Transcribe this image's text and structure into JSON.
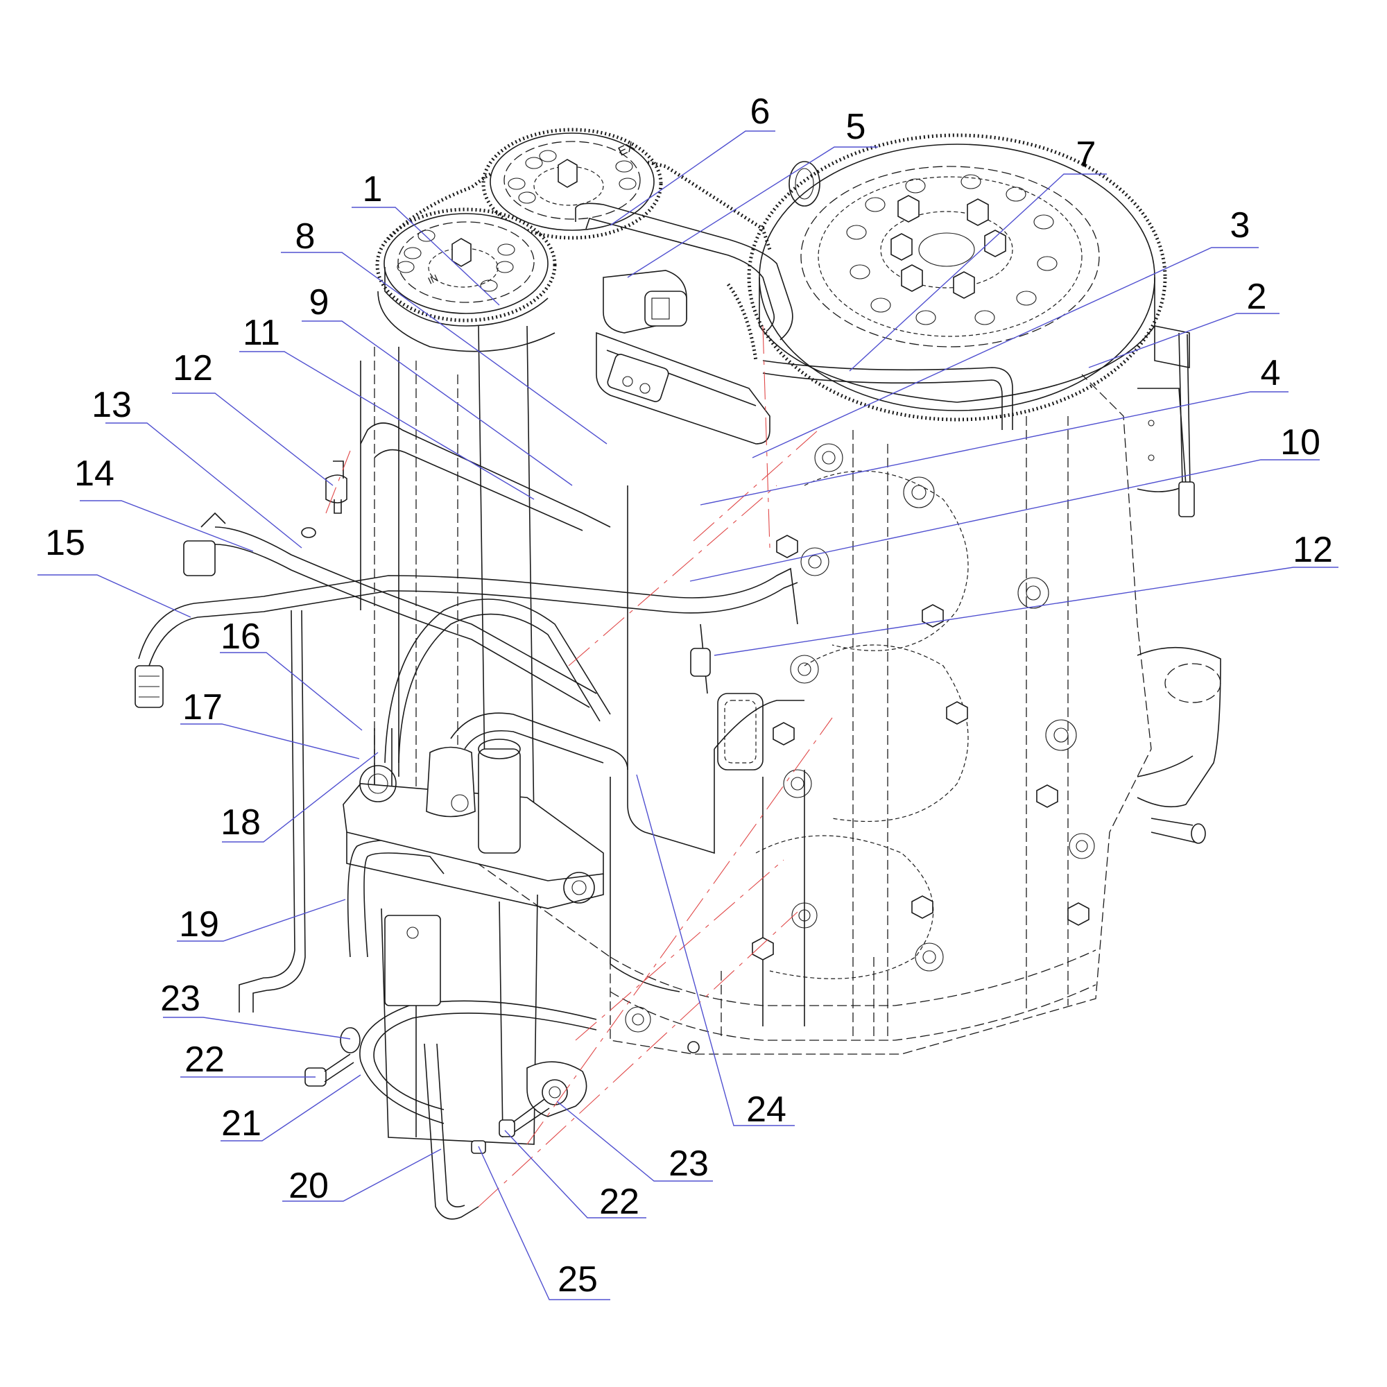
{
  "diagram": {
    "type": "exploded-parts-drawing",
    "subject": "engine assembly (isometric line drawing)",
    "engraved_marks": [
      "EX",
      "IN"
    ],
    "colors": {
      "outline": "#1a1a1a",
      "leader_lines": "#5050d0",
      "assembly_axes": "#e04848",
      "background": "#ffffff",
      "callout_text": "#000000"
    }
  },
  "callouts": [
    {
      "id": "c1",
      "label": "1",
      "text": [
        537,
        290
      ],
      "underline": [
        507,
        570,
        299
      ],
      "target": [
        720,
        440
      ]
    },
    {
      "id": "c2",
      "label": "2",
      "text": [
        1812,
        445
      ],
      "underline": [
        1783,
        1845,
        452
      ],
      "target": [
        1570,
        530
      ]
    },
    {
      "id": "c3",
      "label": "3",
      "text": [
        1788,
        342
      ],
      "underline": [
        1747,
        1815,
        357
      ],
      "target": [
        1085,
        660
      ]
    },
    {
      "id": "c4",
      "label": "4",
      "text": [
        1832,
        555
      ],
      "underline": [
        1803,
        1858,
        565
      ],
      "target": [
        1010,
        728
      ]
    },
    {
      "id": "c5",
      "label": "5",
      "text": [
        1234,
        200
      ],
      "underline": [
        1203,
        1266,
        212
      ],
      "target": [
        905,
        400
      ]
    },
    {
      "id": "c6",
      "label": "6",
      "text": [
        1096,
        178
      ],
      "underline": [
        1075,
        1118,
        189
      ],
      "target": [
        880,
        325
      ]
    },
    {
      "id": "c7",
      "label": "7",
      "text": [
        1566,
        240
      ],
      "underline": [
        1534,
        1596,
        251
      ],
      "target": [
        1225,
        535
      ]
    },
    {
      "id": "c8",
      "label": "8",
      "text": [
        440,
        358
      ],
      "underline": [
        405,
        493,
        364
      ],
      "target": [
        875,
        640
      ]
    },
    {
      "id": "c9",
      "label": "9",
      "text": [
        460,
        453
      ],
      "underline": [
        435,
        493,
        463
      ],
      "target": [
        825,
        700
      ]
    },
    {
      "id": "c10",
      "label": "10",
      "text": [
        1875,
        655
      ],
      "underline": [
        1818,
        1903,
        663
      ],
      "target": [
        995,
        838
      ]
    },
    {
      "id": "c11",
      "label": "11",
      "text": [
        377,
        497
      ],
      "underline": [
        345,
        410,
        507
      ],
      "target": [
        770,
        720
      ]
    },
    {
      "id": "c12a",
      "label": "12",
      "text": [
        278,
        548
      ],
      "underline": [
        248,
        310,
        567
      ],
      "target": [
        480,
        700
      ]
    },
    {
      "id": "c12b",
      "label": "12",
      "text": [
        1893,
        810
      ],
      "underline": [
        1865,
        1930,
        818
      ],
      "target": [
        1030,
        945
      ]
    },
    {
      "id": "c13",
      "label": "13",
      "text": [
        161,
        601
      ],
      "underline": [
        152,
        212,
        610
      ],
      "target": [
        435,
        790
      ]
    },
    {
      "id": "c14",
      "label": "14",
      "text": [
        136,
        700
      ],
      "underline": [
        115,
        175,
        722
      ],
      "target": [
        365,
        795
      ]
    },
    {
      "id": "c15",
      "label": "15",
      "text": [
        94,
        800
      ],
      "underline": [
        54,
        140,
        829
      ],
      "target": [
        275,
        890
      ]
    },
    {
      "id": "c16",
      "label": "16",
      "text": [
        347,
        935
      ],
      "underline": [
        317,
        384,
        941
      ],
      "target": [
        522,
        1053
      ]
    },
    {
      "id": "c17",
      "label": "17",
      "text": [
        292,
        1037
      ],
      "underline": [
        260,
        320,
        1044
      ],
      "target": [
        518,
        1094
      ]
    },
    {
      "id": "c18",
      "label": "18",
      "text": [
        347,
        1203
      ],
      "underline": [
        320,
        380,
        1214
      ],
      "target": [
        545,
        1085
      ]
    },
    {
      "id": "c19",
      "label": "19",
      "text": [
        287,
        1350
      ],
      "underline": [
        255,
        322,
        1357
      ],
      "target": [
        498,
        1297
      ]
    },
    {
      "id": "c20",
      "label": "20",
      "text": [
        445,
        1727
      ],
      "underline": [
        407,
        495,
        1732
      ],
      "target": [
        636,
        1657
      ]
    },
    {
      "id": "c21",
      "label": "21",
      "text": [
        348,
        1637
      ],
      "underline": [
        318,
        378,
        1645
      ],
      "target": [
        520,
        1550
      ]
    },
    {
      "id": "c22a",
      "label": "22",
      "text": [
        295,
        1545
      ],
      "underline": [
        260,
        455,
        1553
      ],
      "target": [
        455,
        1553
      ]
    },
    {
      "id": "c22b",
      "label": "22",
      "text": [
        893,
        1750
      ],
      "underline": [
        847,
        932,
        1756
      ],
      "target": [
        728,
        1630
      ]
    },
    {
      "id": "c23a",
      "label": "23",
      "text": [
        260,
        1457
      ],
      "underline": [
        235,
        293,
        1467
      ],
      "target": [
        505,
        1498
      ]
    },
    {
      "id": "c23b",
      "label": "23",
      "text": [
        993,
        1695
      ],
      "underline": [
        943,
        1028,
        1703
      ],
      "target": [
        803,
        1588
      ]
    },
    {
      "id": "c24",
      "label": "24",
      "text": [
        1105,
        1617
      ],
      "underline": [
        1058,
        1146,
        1623
      ],
      "target": [
        918,
        1117
      ]
    },
    {
      "id": "c25",
      "label": "25",
      "text": [
        833,
        1862
      ],
      "underline": [
        792,
        880,
        1874
      ],
      "target": [
        690,
        1653
      ]
    }
  ]
}
